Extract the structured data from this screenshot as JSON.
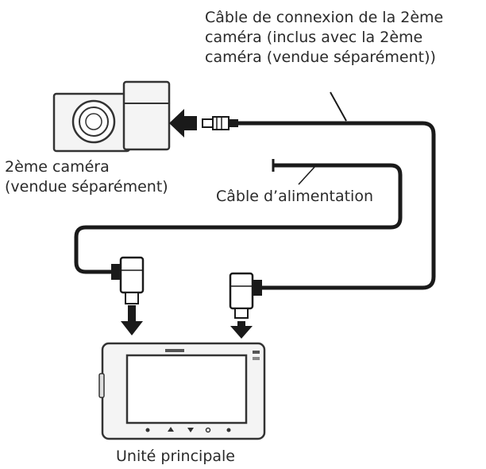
{
  "labels": {
    "second_camera_cable": [
      "Câble de connexion de la 2ème",
      "caméra (inclus avec la 2ème",
      "caméra (vendue séparément))"
    ],
    "second_camera": [
      "2ème caméra",
      "(vendue séparément)"
    ],
    "power_cable": "Câble d’alimentation",
    "main_unit": "Unité principale"
  },
  "colors": {
    "line": "#1a1a1a",
    "device_fill": "#f4f4f4",
    "device_stroke": "#333333",
    "screen_fill": "#ffffff"
  }
}
